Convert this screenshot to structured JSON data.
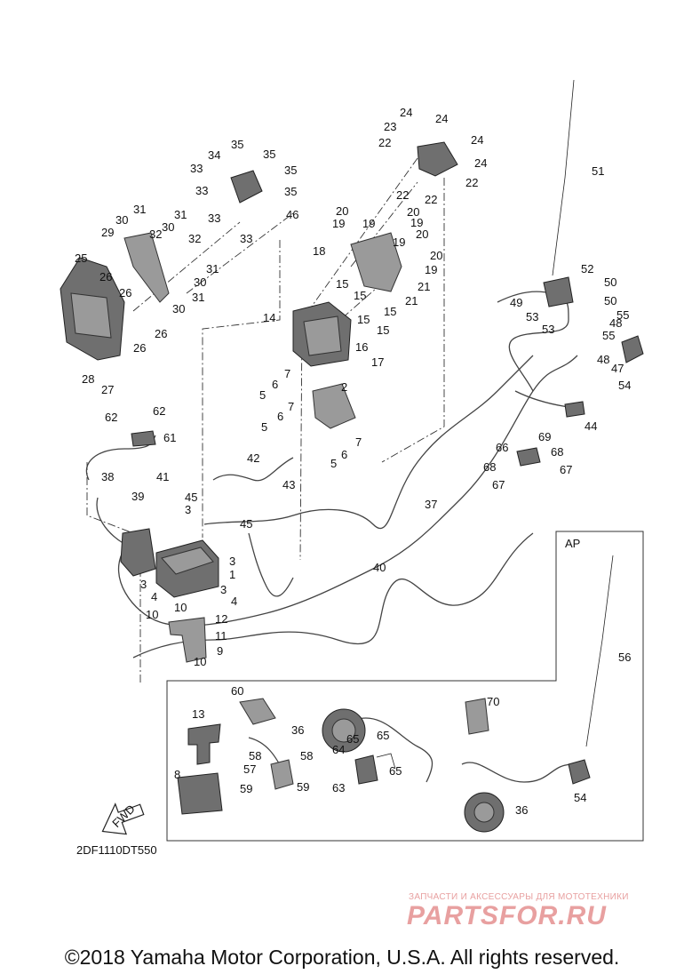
{
  "diagram": {
    "labels": [
      "1",
      "2",
      "3",
      "4",
      "5",
      "6",
      "7",
      "8",
      "9",
      "10",
      "11",
      "12",
      "13",
      "14",
      "15",
      "16",
      "17",
      "18",
      "19",
      "20",
      "21",
      "22",
      "23",
      "24",
      "25",
      "26",
      "27",
      "28",
      "29",
      "30",
      "31",
      "32",
      "33",
      "34",
      "35",
      "36",
      "37",
      "38",
      "39",
      "40",
      "41",
      "42",
      "43",
      "44",
      "45",
      "46",
      "47",
      "48",
      "49",
      "50",
      "51",
      "52",
      "53",
      "54",
      "55",
      "56",
      "57",
      "58",
      "59",
      "60",
      "61",
      "62",
      "63",
      "64",
      "65",
      "66",
      "67",
      "68",
      "69",
      "70"
    ],
    "section_label": "AP",
    "fwd_label": "FWD",
    "drawing_code": "2DF1110DT550"
  },
  "watermark": {
    "tagline": "ЗАПЧАСТИ И АКСЕССУАРЫ ДЛЯ МОТОТЕХНИКИ",
    "logo": "PARTSFOR.RU",
    "color": "#e8a0a0"
  },
  "footer": {
    "copyright": "©2018 Yamaha Motor Corporation, U.S.A. All rights reserved."
  }
}
